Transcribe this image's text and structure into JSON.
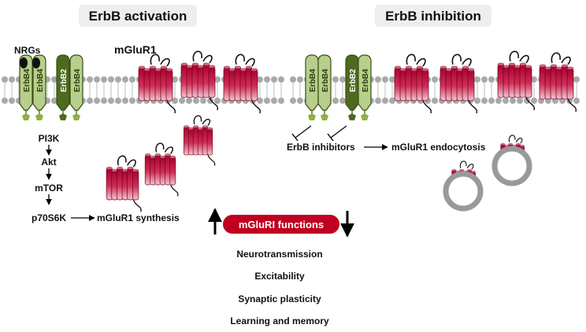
{
  "panels": {
    "activation": {
      "title": "ErbB activation",
      "ligand_label": "NRGs",
      "receptor_group_label": "mGluR1",
      "receptor_labels": [
        "ErbB4",
        "ErbB4",
        "ErbB2",
        "ErbB4"
      ],
      "pathway": [
        "PI3K",
        "Akt",
        "mTOR",
        "p70S6K"
      ],
      "outcome": "mGluR1 synthesis"
    },
    "inhibition": {
      "title": "ErbB inhibition",
      "receptor_labels": [
        "ErbB4",
        "ErbB4",
        "ErbB2",
        "ErbB4"
      ],
      "inhibitors_label": "ErbB inhibitors",
      "outcome": "mGluR1 endocytosis"
    }
  },
  "functions": {
    "badge": "mGluRI functions",
    "items": [
      "Neurotransmission",
      "Excitability",
      "Synaptic plasticity",
      "Learning and memory"
    ]
  },
  "colors": {
    "receptor_dark": "#a8002f",
    "receptor_light": "#f2c6d2",
    "erbb4_green": "#b7cf8a",
    "erbb2_green": "#4d6b1e",
    "badge_red": "#c0001f",
    "membrane_gray": "#b0b0b0",
    "title_bg": "#eeeeee"
  }
}
